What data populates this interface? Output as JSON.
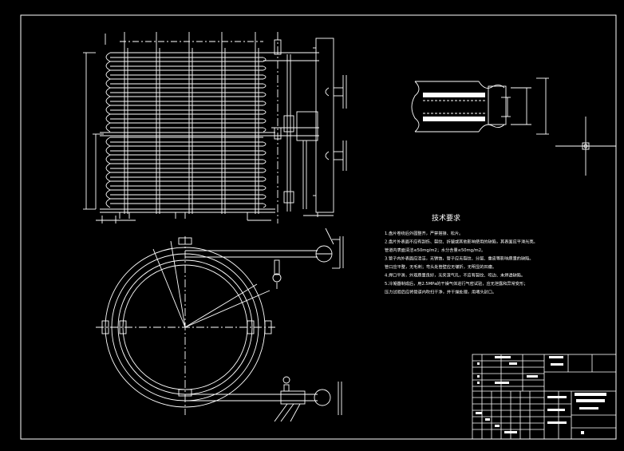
{
  "drawing": {
    "background": "#000000",
    "line_color": "#ffffff"
  },
  "technical_requirements": {
    "title": "技术要求",
    "lines": [
      "1.盘片卷绕后外圆整齐，严禁搭接、松片。",
      "2.盘片外表面不应有刮伤、裂纹、折皱或其他影响使用的缺陷，其表面应平滑光亮。",
      "管道内表面清洁≤50mg/m2；水分含量≤50mg/m2。",
      "3.管子内外表面应清洁，无锈蚀，管子应无裂纹、分层、重皮等影响质量的缺陷。",
      "管口应平整，无毛刺；弯头处管壁应无皱折，无明显的凹瘪。",
      "4.焊口平滑，外观质量良好，无夹渣气孔，不应有裂纹、咬边、未焊透缺陷。",
      "5.冷凝器制成后，用2.5MPa的干燥气体进行气密试验，应无泄露和异常变形；",
      "压力试验后应将管道内吹扫干净，并干燥处理，用堵头封口。"
    ]
  }
}
